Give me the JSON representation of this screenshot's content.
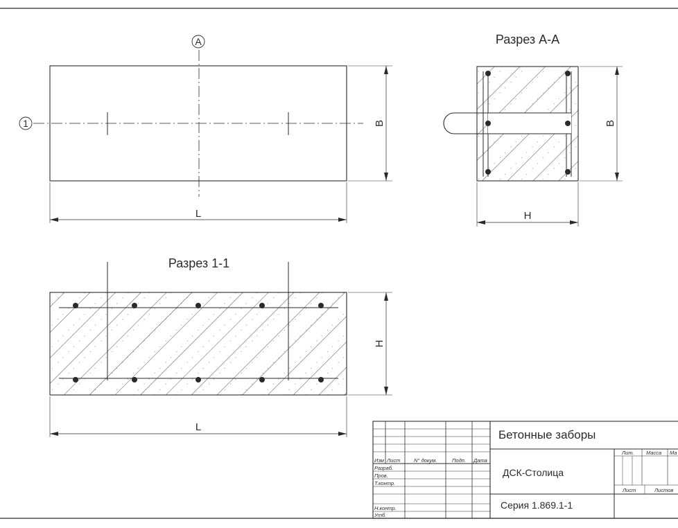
{
  "views": {
    "plan": {
      "axis_top_label": "A",
      "axis_left_label": "1",
      "dim_width": "L",
      "dim_height": "B"
    },
    "section_aa": {
      "title": "Разрез А-А",
      "dim_width": "H",
      "dim_height": "B"
    },
    "section_11": {
      "title": "Разрез 1-1",
      "dim_width": "L",
      "dim_height": "H"
    }
  },
  "title_block": {
    "product_name": "Бетонные заборы",
    "organization": "ДСК-Столица",
    "series": "Серия 1.869.1-1",
    "header_columns": [
      "Изм",
      "Лист",
      "N° докум.",
      "Подп.",
      "Дата"
    ],
    "row_labels": [
      "Разраб.",
      "Пров.",
      "Т.контр.",
      "",
      "Н.контр.",
      "Утб."
    ],
    "right_labels": {
      "lit": "Лит.",
      "mass": "Масса",
      "scale": "Ма",
      "sheet": "Лист",
      "sheets": "Листов"
    }
  },
  "colors": {
    "line": "#2a2a2a",
    "hatch": "#3a3a3a",
    "paper": "#ffffff"
  }
}
